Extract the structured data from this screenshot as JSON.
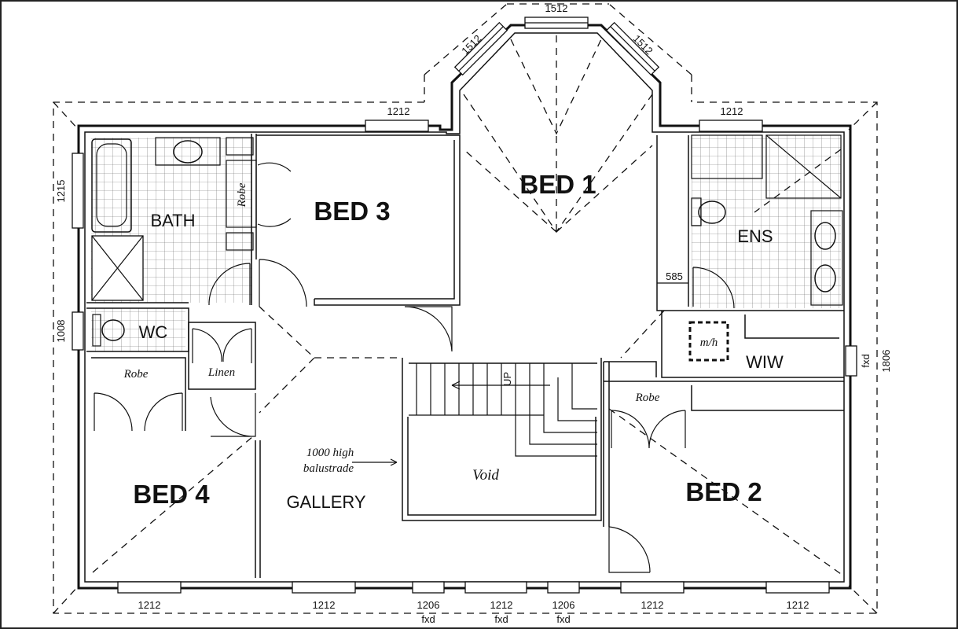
{
  "rooms": {
    "bed1": "BED 1",
    "bed2": "BED 2",
    "bed3": "BED 3",
    "bed4": "BED 4",
    "bath": "BATH",
    "ens": "ENS",
    "wc": "WC",
    "wiw": "WIW",
    "gallery": "GALLERY",
    "void": "Void",
    "linen": "Linen",
    "robe_bed3": "Robe",
    "robe_bed4": "Robe",
    "robe_bed2": "Robe",
    "manhole": "m/h",
    "stair_up": "UP"
  },
  "notes": {
    "balustrade_line1": "1000 high",
    "balustrade_line2": "balustrade",
    "ens_dim": "585"
  },
  "windows": {
    "bay_left": "1512",
    "bay_center": "1512",
    "bay_right": "1512",
    "bed3_top": "1212",
    "ens_top": "1212",
    "bath_side": "1215",
    "wc_side": "1008",
    "wiw_side": "1806",
    "wiw_side_fxd": "fxd",
    "bottom": [
      {
        "size": "1212",
        "fxd": ""
      },
      {
        "size": "1212",
        "fxd": ""
      },
      {
        "size": "1206",
        "fxd": "fxd"
      },
      {
        "size": "1212",
        "fxd": "fxd"
      },
      {
        "size": "1206",
        "fxd": "fxd"
      },
      {
        "size": "1212",
        "fxd": ""
      },
      {
        "size": "1212",
        "fxd": ""
      }
    ]
  }
}
